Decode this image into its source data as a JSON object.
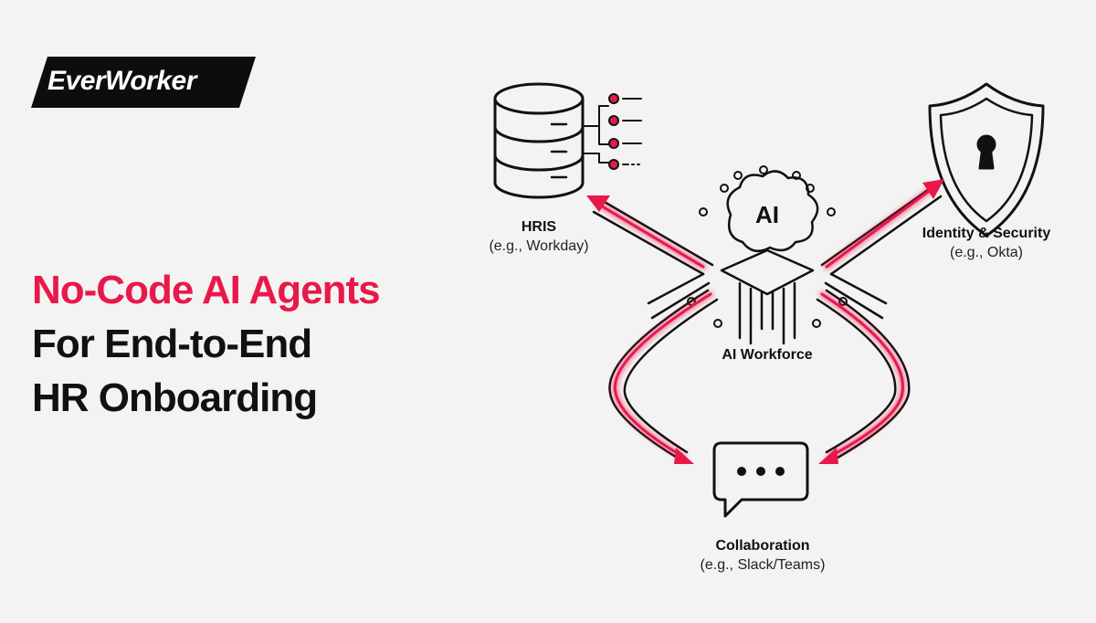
{
  "brand": {
    "logo_text": "EverWorker"
  },
  "headline": {
    "line1": "No-Code AI Agents",
    "line2": "For End-to-End",
    "line3": "HR Onboarding"
  },
  "diagram": {
    "center": {
      "icon_text": "AI",
      "label": "AI Workforce"
    },
    "nodes": [
      {
        "title": "HRIS",
        "subtitle": "(e.g., Workday)",
        "icon": "database-icon"
      },
      {
        "title": "Identity & Security",
        "subtitle": "(e.g., Okta)",
        "icon": "shield-lock-icon"
      },
      {
        "title": "Collaboration",
        "subtitle": "(e.g., Slack/Teams)",
        "icon": "chat-bubble-icon"
      }
    ]
  },
  "colors": {
    "accent": "#e8194a",
    "ink": "#111111",
    "background": "#f3f3f3"
  }
}
